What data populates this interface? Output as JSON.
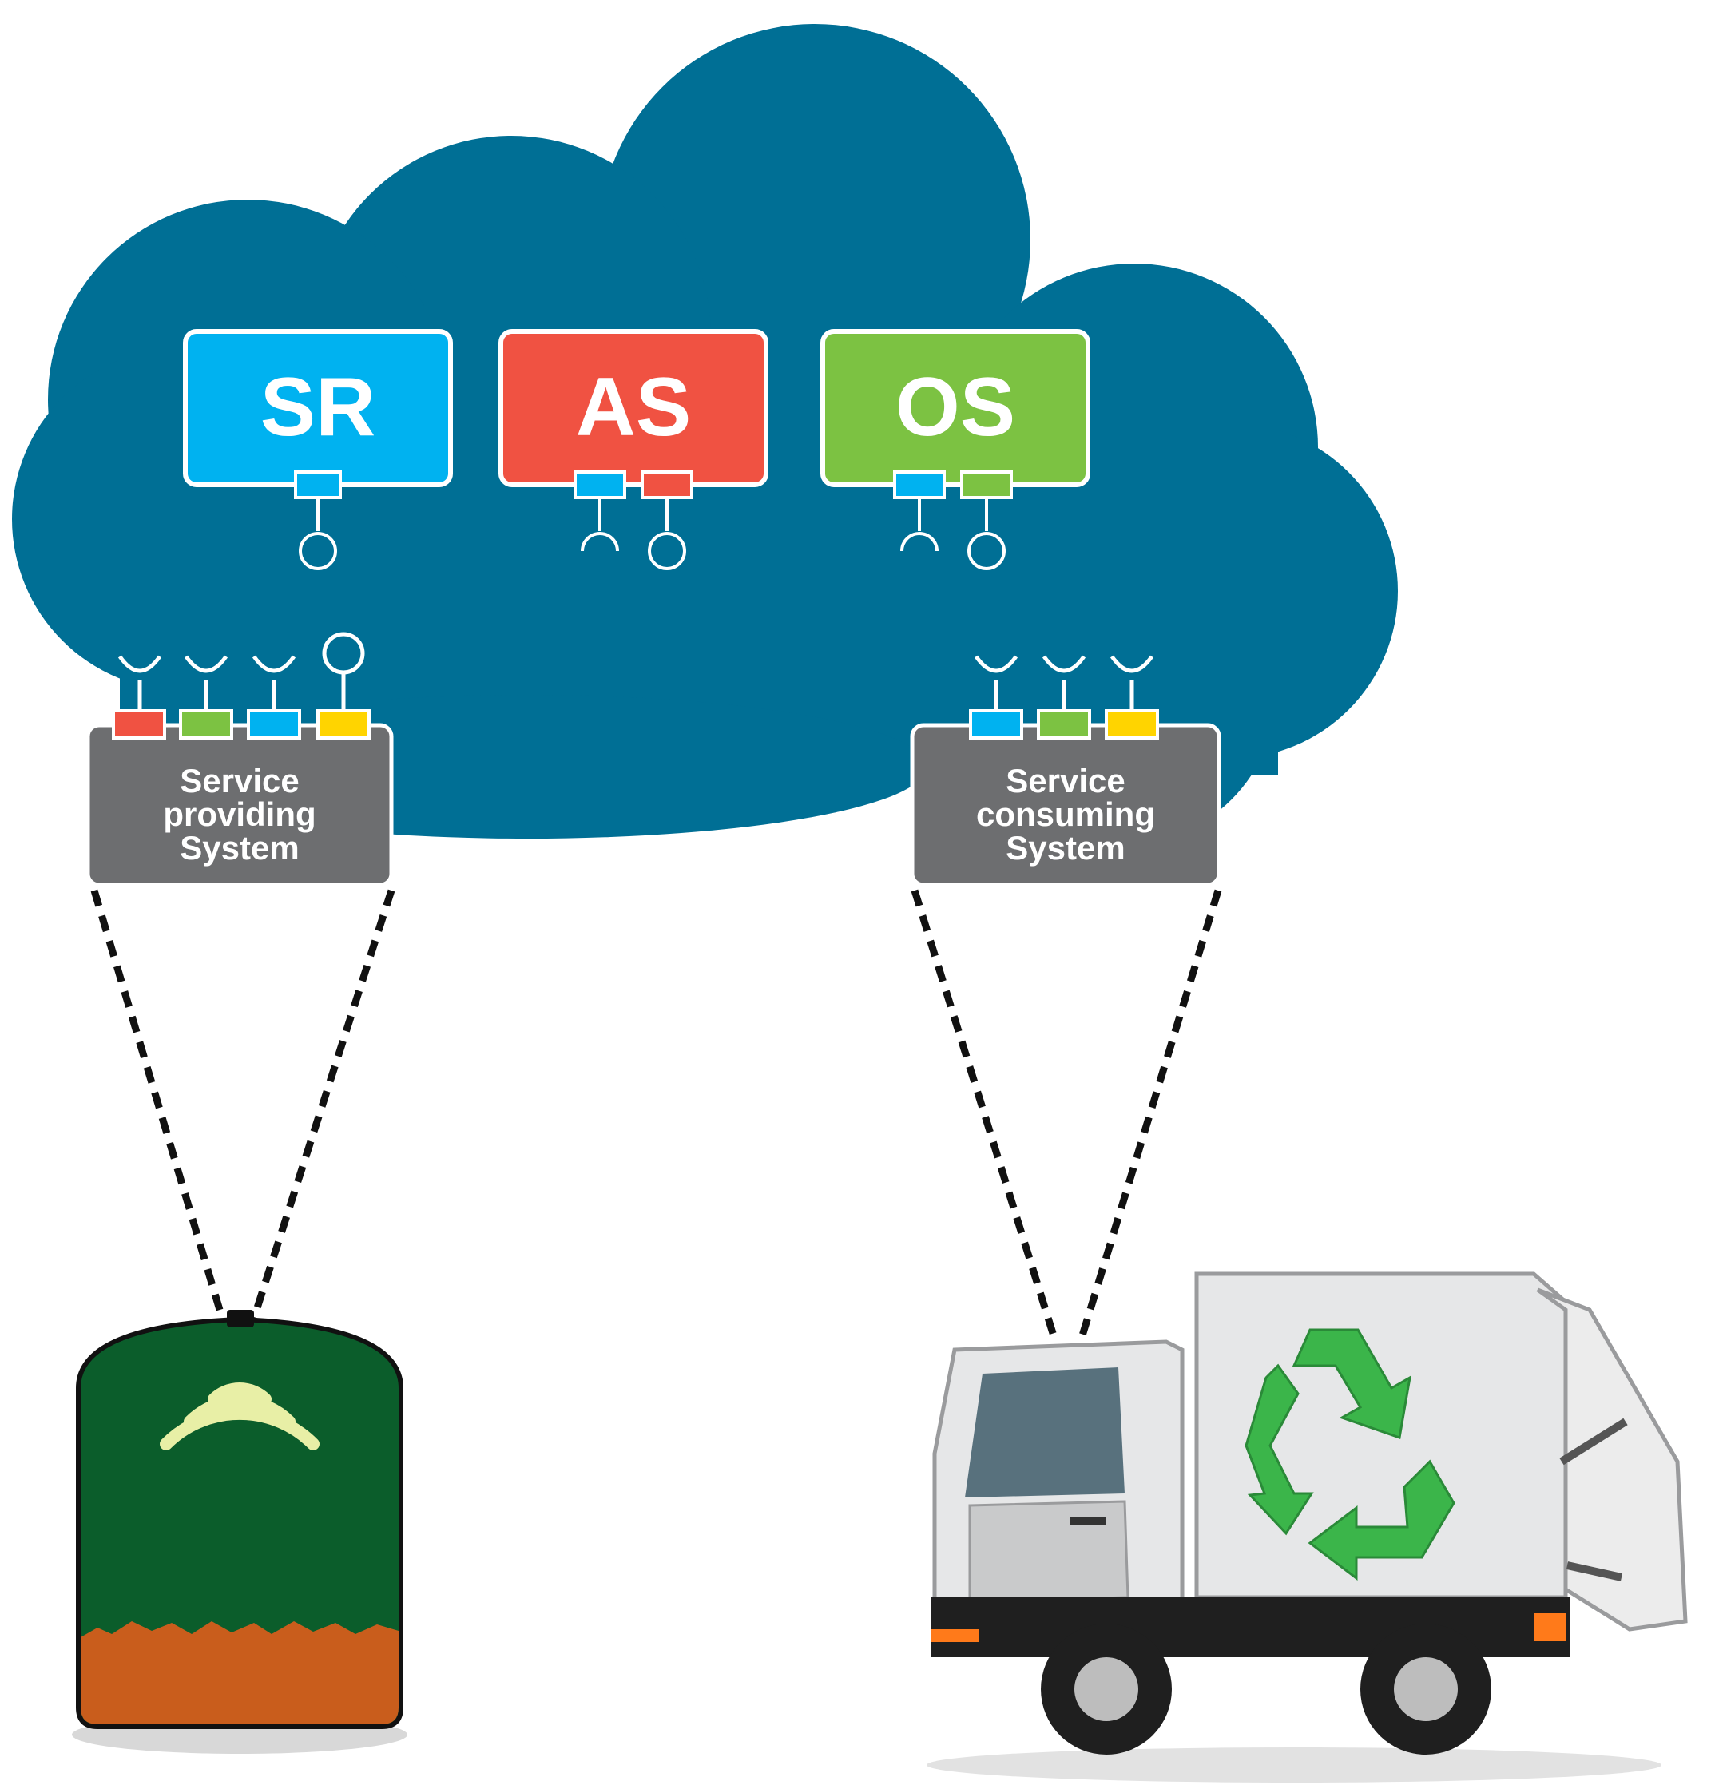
{
  "services": [
    {
      "label": "SR",
      "color": "#00b2f0",
      "ports": [
        "#00b2f0"
      ]
    },
    {
      "label": "AS",
      "color": "#f05242",
      "ports": [
        "#00b2f0",
        "#f05242"
      ]
    },
    {
      "label": "OS",
      "color": "#7cc242",
      "ports": [
        "#00b2f0",
        "#7cc242"
      ]
    }
  ],
  "provider": {
    "line1": "Service",
    "line2": "providing",
    "line3": "System",
    "ports": [
      "#f05242",
      "#7cc242",
      "#00b2f0",
      "#ffd400"
    ]
  },
  "consumer": {
    "line1": "Service",
    "line2": "consuming",
    "line3": "System",
    "ports": [
      "#00b2f0",
      "#7cc242",
      "#ffd400"
    ]
  },
  "colors": {
    "cloud": "#006f95",
    "system_box": "#6d6e70",
    "bin_green": "#0b5d2b",
    "bin_soil": "#c95d1c",
    "wifi": "#e8efa6",
    "recycle": "#3bb54a"
  }
}
